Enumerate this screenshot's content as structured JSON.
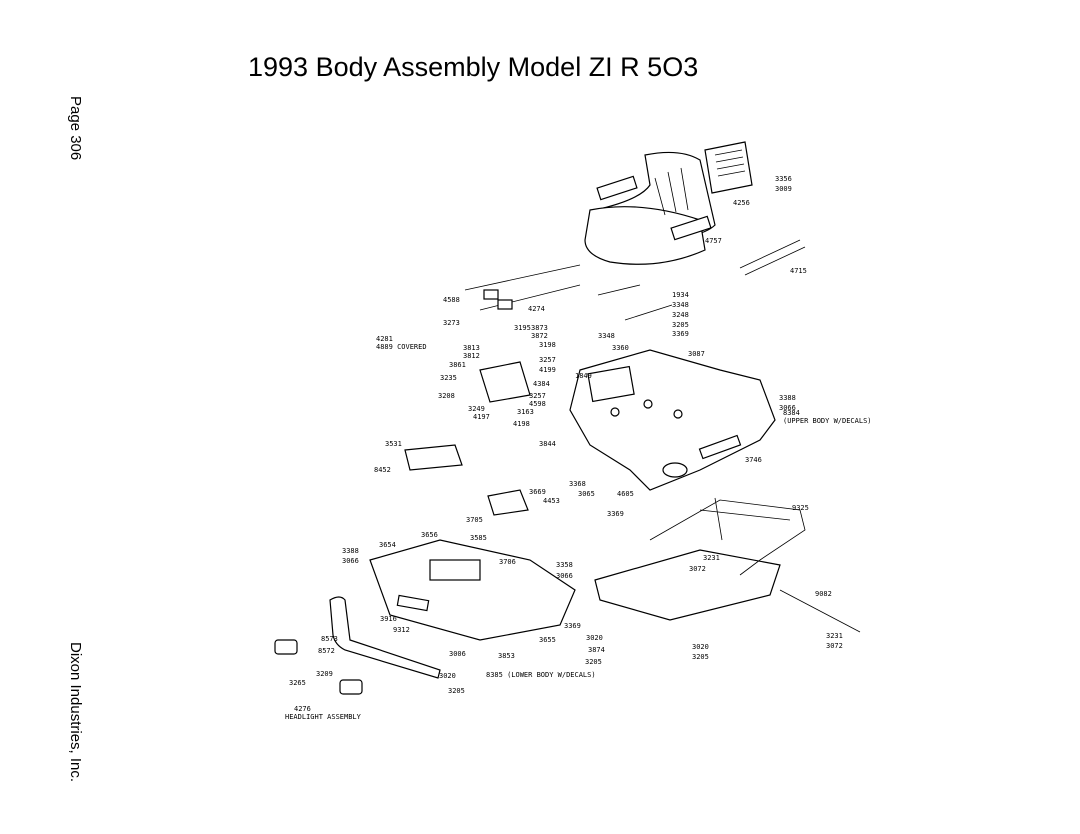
{
  "page": {
    "title": "1993 Body Assembly Model ZI R 5O3",
    "side_page": "Page 306",
    "side_company": "Dixon Industries, Inc."
  },
  "labels": [
    {
      "key": "l3356",
      "text": "3356"
    },
    {
      "key": "l3009",
      "text": "3009"
    },
    {
      "key": "l4256",
      "text": "4256"
    },
    {
      "key": "l4757",
      "text": "4757"
    },
    {
      "key": "l4715",
      "text": "4715"
    },
    {
      "key": "l1934",
      "text": "1934"
    },
    {
      "key": "l3348a",
      "text": "3348"
    },
    {
      "key": "l3248",
      "text": "3248"
    },
    {
      "key": "l3205a",
      "text": "3205"
    },
    {
      "key": "l3369a",
      "text": "3369"
    },
    {
      "key": "l3348b",
      "text": "3348"
    },
    {
      "key": "l3360",
      "text": "3360"
    },
    {
      "key": "l3087",
      "text": "3087"
    },
    {
      "key": "l4588",
      "text": "4588"
    },
    {
      "key": "l4274",
      "text": "4274"
    },
    {
      "key": "l3273",
      "text": "3273"
    },
    {
      "key": "l3195",
      "text": "3195"
    },
    {
      "key": "l3873",
      "text": "3873"
    },
    {
      "key": "l3872",
      "text": "3872"
    },
    {
      "key": "l4281",
      "text": "4281"
    },
    {
      "key": "l4889",
      "text": "4889 COVERED"
    },
    {
      "key": "l3198",
      "text": "3198"
    },
    {
      "key": "l3813",
      "text": "3813"
    },
    {
      "key": "l3812",
      "text": "3812"
    },
    {
      "key": "l3257a",
      "text": "3257"
    },
    {
      "key": "l3861",
      "text": "3861"
    },
    {
      "key": "l4199",
      "text": "4199"
    },
    {
      "key": "l3235",
      "text": "3235"
    },
    {
      "key": "l4384",
      "text": "4384"
    },
    {
      "key": "l3208",
      "text": "3208"
    },
    {
      "key": "l3257b",
      "text": "3257"
    },
    {
      "key": "l4598",
      "text": "4598"
    },
    {
      "key": "l3249",
      "text": "3249"
    },
    {
      "key": "l4197",
      "text": "4197"
    },
    {
      "key": "l3163",
      "text": "3163"
    },
    {
      "key": "l4198",
      "text": "4198"
    },
    {
      "key": "l1849",
      "text": "1849"
    },
    {
      "key": "l3388",
      "text": "3388"
    },
    {
      "key": "l3066a",
      "text": "3066"
    },
    {
      "key": "l8384",
      "text": "8384"
    },
    {
      "key": "l8384b",
      "text": "(UPPER BODY W/DECALS)"
    },
    {
      "key": "l3844",
      "text": "3844"
    },
    {
      "key": "l3746",
      "text": "3746"
    },
    {
      "key": "l3368",
      "text": "3368"
    },
    {
      "key": "l3065",
      "text": "3065"
    },
    {
      "key": "l4605",
      "text": "4605"
    },
    {
      "key": "l3531",
      "text": "3531"
    },
    {
      "key": "l8452",
      "text": "8452"
    },
    {
      "key": "l3669",
      "text": "3669"
    },
    {
      "key": "l4453",
      "text": "4453"
    },
    {
      "key": "l3705",
      "text": "3705"
    },
    {
      "key": "l3369b",
      "text": "3369"
    },
    {
      "key": "l9325",
      "text": "9325"
    },
    {
      "key": "l3656",
      "text": "3656"
    },
    {
      "key": "l3654",
      "text": "3654"
    },
    {
      "key": "l3585",
      "text": "3585"
    },
    {
      "key": "l3388b",
      "text": "3388"
    },
    {
      "key": "l3066b",
      "text": "3066"
    },
    {
      "key": "l3706",
      "text": "3706"
    },
    {
      "key": "l3358",
      "text": "3358"
    },
    {
      "key": "l3066c",
      "text": "3066"
    },
    {
      "key": "l3231a",
      "text": "3231"
    },
    {
      "key": "l3072a",
      "text": "3072"
    },
    {
      "key": "l9082",
      "text": "9082"
    },
    {
      "key": "l3916",
      "text": "3916"
    },
    {
      "key": "l9312",
      "text": "9312"
    },
    {
      "key": "l8573",
      "text": "8573"
    },
    {
      "key": "l8572",
      "text": "8572"
    },
    {
      "key": "l3369c",
      "text": "3369"
    },
    {
      "key": "l3655",
      "text": "3655"
    },
    {
      "key": "l3020a",
      "text": "3020"
    },
    {
      "key": "l3874",
      "text": "3874"
    },
    {
      "key": "l3205b",
      "text": "3205"
    },
    {
      "key": "l3020b",
      "text": "3020"
    },
    {
      "key": "l3205c",
      "text": "3205"
    },
    {
      "key": "l3006",
      "text": "3006"
    },
    {
      "key": "l3853",
      "text": "3853"
    },
    {
      "key": "l8385",
      "text": "8385 (LOWER BODY W/DECALS)"
    },
    {
      "key": "l3209",
      "text": "3209"
    },
    {
      "key": "l3020c",
      "text": "3020"
    },
    {
      "key": "l3265",
      "text": "3265"
    },
    {
      "key": "l3205d",
      "text": "3205"
    },
    {
      "key": "l4276",
      "text": "4276"
    },
    {
      "key": "lhead",
      "text": "HEADLIGHT ASSEMBLY"
    },
    {
      "key": "l3231b",
      "text": "3231"
    },
    {
      "key": "l3072b",
      "text": "3072"
    }
  ]
}
